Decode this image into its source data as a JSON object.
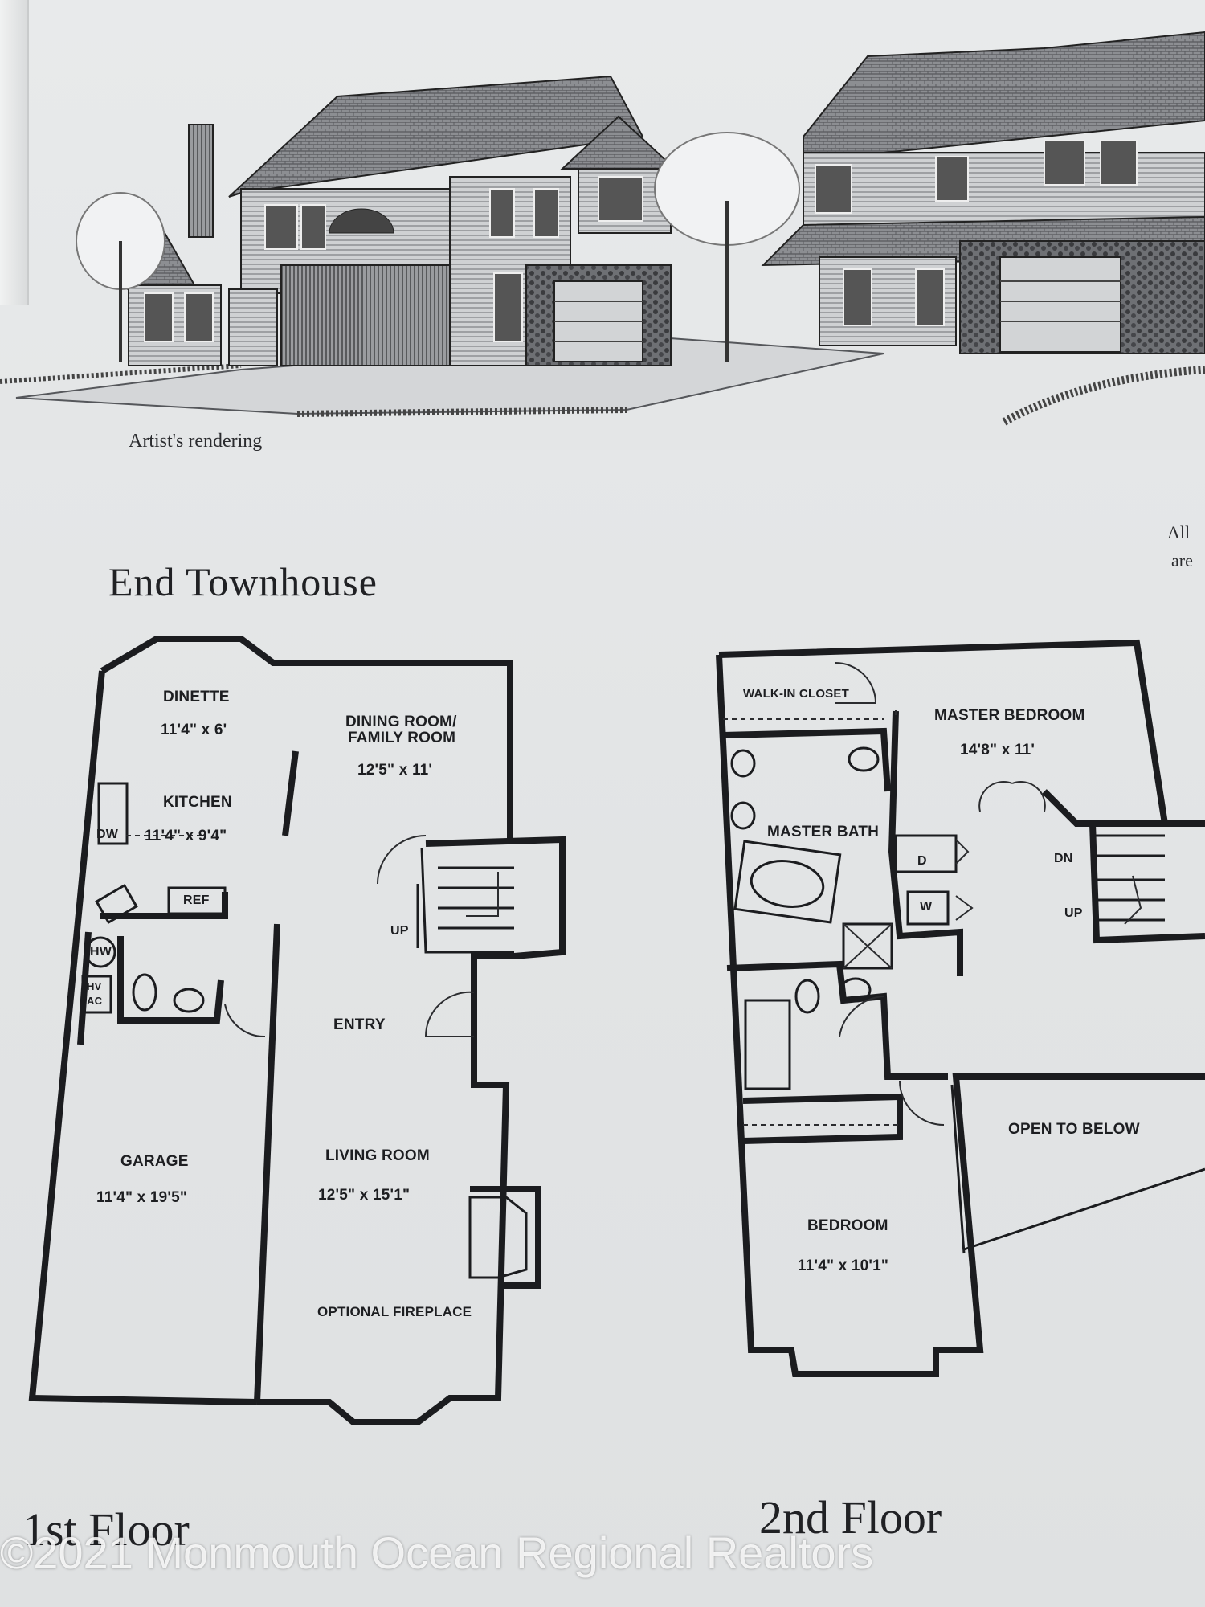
{
  "rendering": {
    "caption": "Artist's rendering"
  },
  "margin_note": {
    "line1": "All",
    "line2": "are"
  },
  "page_title": "End Townhouse",
  "first_floor": {
    "heading": "1st Floor",
    "rooms": {
      "dinette": {
        "name": "DINETTE",
        "size": "11'4\" x 6'"
      },
      "kitchen": {
        "name": "KITCHEN",
        "size": "11'4\" x 9'4\""
      },
      "dining": {
        "name_line1": "DINING ROOM/",
        "name_line2": "FAMILY ROOM",
        "size": "12'5\" x 11'"
      },
      "garage": {
        "name": "GARAGE",
        "size": "11'4\" x 19'5\""
      },
      "entry": {
        "name": "ENTRY"
      },
      "living": {
        "name": "LIVING ROOM",
        "size": "12'5\" x 15'1\""
      }
    },
    "fixtures": {
      "dw": "DW",
      "ref": "REF",
      "hw": "HW",
      "hvac_line1": "HV",
      "hvac_line2": "AC",
      "up": "UP",
      "fireplace": "OPTIONAL  FIREPLACE"
    }
  },
  "second_floor": {
    "heading": "2nd Floor",
    "rooms": {
      "closet": {
        "name": "WALK-IN CLOSET"
      },
      "master_bedroom": {
        "name": "MASTER BEDROOM",
        "size": "14'8\" x 11'"
      },
      "master_bath": {
        "name": "MASTER BATH"
      },
      "bedroom": {
        "name": "BEDROOM",
        "size": "11'4\" x 10'1\""
      },
      "open": {
        "name": "OPEN TO BELOW"
      }
    },
    "fixtures": {
      "dryer": "D",
      "washer": "W",
      "dn": "DN",
      "up": "UP"
    }
  },
  "watermark": "©2021 Monmouth Ocean Regional Realtors"
}
